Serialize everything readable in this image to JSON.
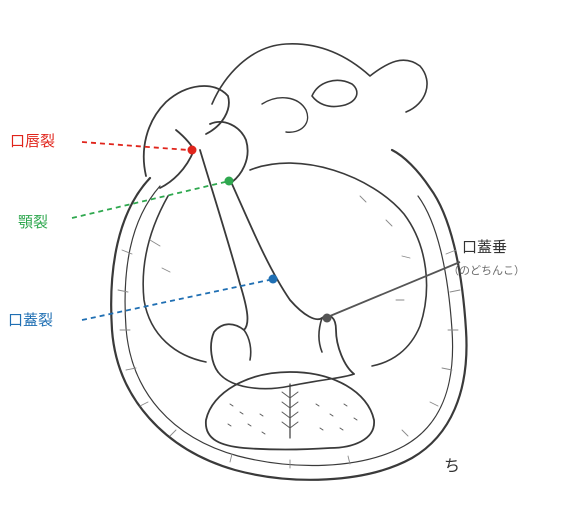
{
  "labels": {
    "cleft_lip": {
      "text": "口唇裂",
      "color": "#e0241b"
    },
    "cleft_jaw": {
      "text": "顎裂",
      "color": "#2fa84f"
    },
    "cleft_palate": {
      "text": "口蓋裂",
      "color": "#1f6fb3"
    },
    "uvula": {
      "text": "口蓋垂",
      "subtext": "（のどちんこ）",
      "color": "#555555"
    }
  },
  "signature": "ち"
}
